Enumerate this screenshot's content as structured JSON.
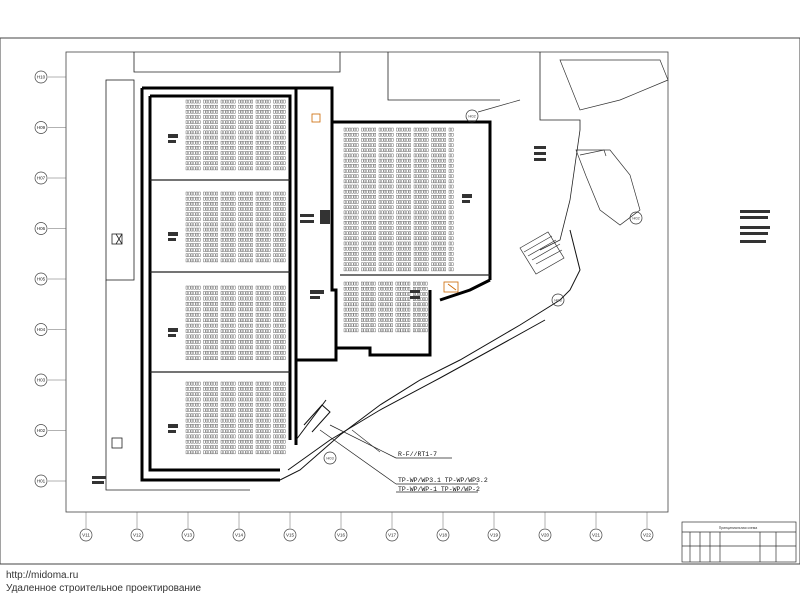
{
  "drawing": {
    "grid_rows": [
      "H10",
      "H09",
      "H07",
      "H06",
      "H05",
      "H04",
      "H03",
      "H02",
      "H01"
    ],
    "grid_cols": [
      "V11",
      "V12",
      "V13",
      "V14",
      "V15",
      "V16",
      "V17",
      "V18",
      "V19",
      "V20",
      "V21",
      "V22"
    ],
    "callouts": {
      "c1": "H02",
      "c2": "H02",
      "c3": "H03",
      "c4": "H03"
    },
    "annotations": [
      "R-F//RT1-7",
      "TP-WP/WP3.1  TP-WP/WP3.2",
      "TP-WP/WP-1  TP-WP/WP-2"
    ],
    "title_block": {
      "sheet_label": "Принципиальная схема"
    },
    "colors": {
      "line": "#333333",
      "wall": "#000000",
      "accent": "#cc6600"
    }
  },
  "footer": {
    "url": "http://midoma.ru",
    "caption": "Удаленное строительное проектирование"
  }
}
